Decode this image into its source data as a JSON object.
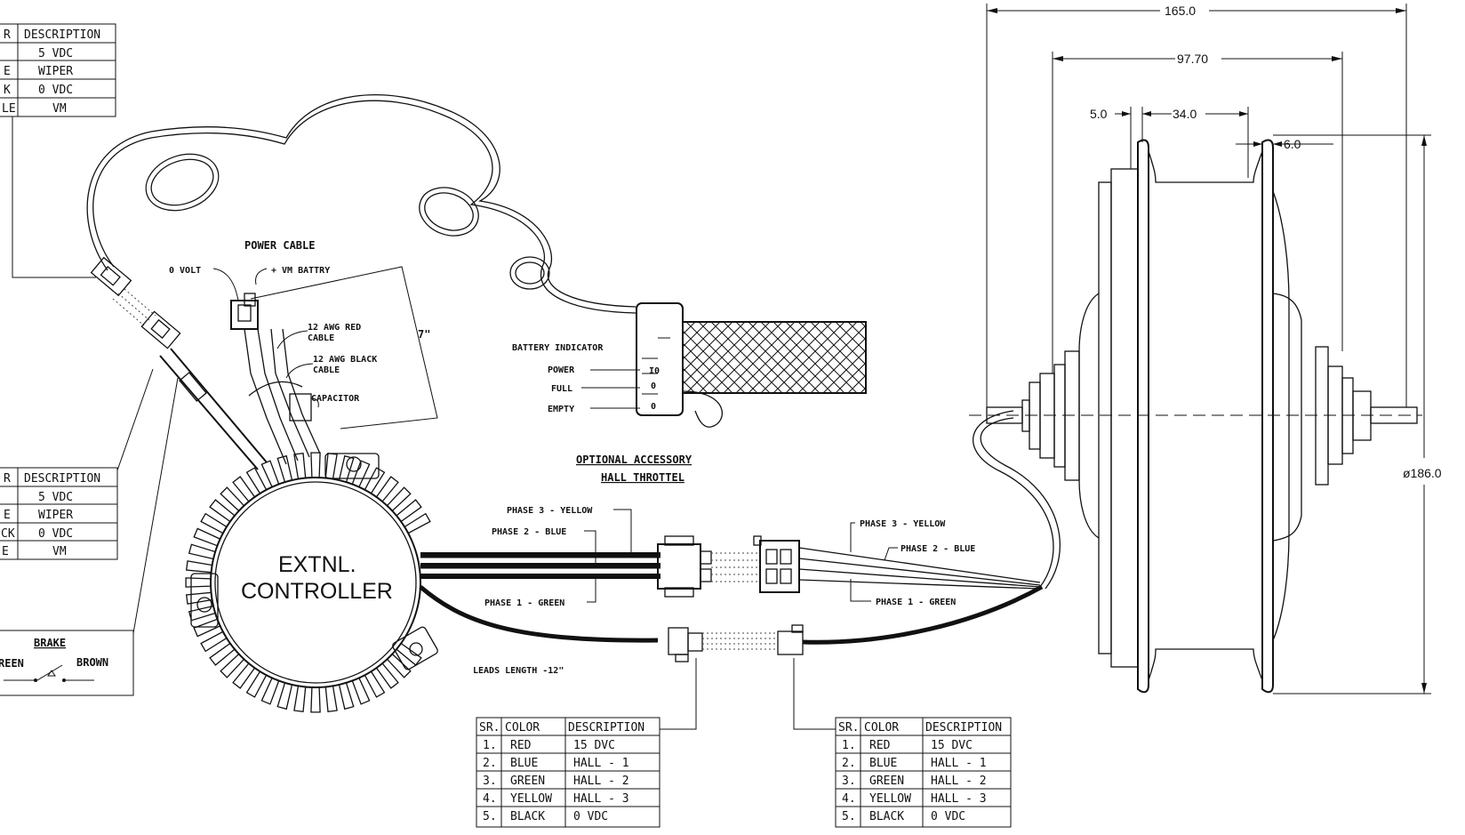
{
  "labels": {
    "power_cable": "POWER CABLE",
    "zero_volt": "0 VOLT",
    "vm_battery": "+ VM BATTRY",
    "red_cable_1": "12 AWG RED",
    "red_cable_2": "CABLE",
    "black_cable_1": "12 AWG BLACK",
    "black_cable_2": "CABLE",
    "capacitor": "CAPACITOR",
    "length_mark": "7\"",
    "battery_indicator": "BATTERY INDICATOR",
    "power": "POWER",
    "full": "FULL",
    "empty": "EMPTY",
    "optional_1": "OPTIONAL ACCESSORY",
    "optional_2": "HALL THROTTEL",
    "controller_1": "EXTNL.",
    "controller_2": "CONTROLLER",
    "phase3_left": "PHASE 3 - YELLOW",
    "phase2_left": "PHASE 2 - BLUE",
    "phase1_left": "PHASE 1 - GREEN",
    "phase3_right": "PHASE 3 - YELLOW",
    "phase2_right": "PHASE 2 - BLUE",
    "phase1_right": "PHASE 1 - GREEN",
    "leads_length": "LEADS LENGTH -12\"",
    "brake": "BRAKE",
    "brake_left": "REEN",
    "brake_right": "BROWN"
  },
  "dimensions": {
    "d165": "165.0",
    "d97": "97.70",
    "d5": "5.0",
    "d34": "34.0",
    "d6": "6.0",
    "dia": "ø186.0"
  },
  "tables": {
    "top_left": {
      "headers": [
        "R",
        "DESCRIPTION"
      ],
      "rows": [
        [
          "",
          "5 VDC"
        ],
        [
          "E",
          "WIPER"
        ],
        [
          "K",
          "0 VDC"
        ],
        [
          "LE",
          "VM"
        ]
      ]
    },
    "mid_left": {
      "headers": [
        "R",
        "DESCRIPTION"
      ],
      "rows": [
        [
          "",
          "5 VDC"
        ],
        [
          "E",
          "WIPER"
        ],
        [
          "CK",
          "0 VDC"
        ],
        [
          "E",
          "VM"
        ]
      ]
    },
    "bottom_center": {
      "headers": [
        "SR.",
        "COLOR",
        "DESCRIPTION"
      ],
      "rows": [
        [
          "1.",
          "RED",
          "15 DVC"
        ],
        [
          "2.",
          "BLUE",
          "HALL - 1"
        ],
        [
          "3.",
          "GREEN",
          "HALL - 2"
        ],
        [
          "4.",
          "YELLOW",
          "HALL - 3"
        ],
        [
          "5.",
          "BLACK",
          "0 VDC"
        ]
      ]
    },
    "bottom_right": {
      "headers": [
        "SR.",
        "COLOR",
        "DESCRIPTION"
      ],
      "rows": [
        [
          "1.",
          "RED",
          "15 DVC"
        ],
        [
          "2.",
          "BLUE",
          "HALL - 1"
        ],
        [
          "3.",
          "GREEN",
          "HALL - 2"
        ],
        [
          "4.",
          "YELLOW",
          "HALL - 3"
        ],
        [
          "5.",
          "BLACK",
          "0 VDC"
        ]
      ]
    }
  }
}
